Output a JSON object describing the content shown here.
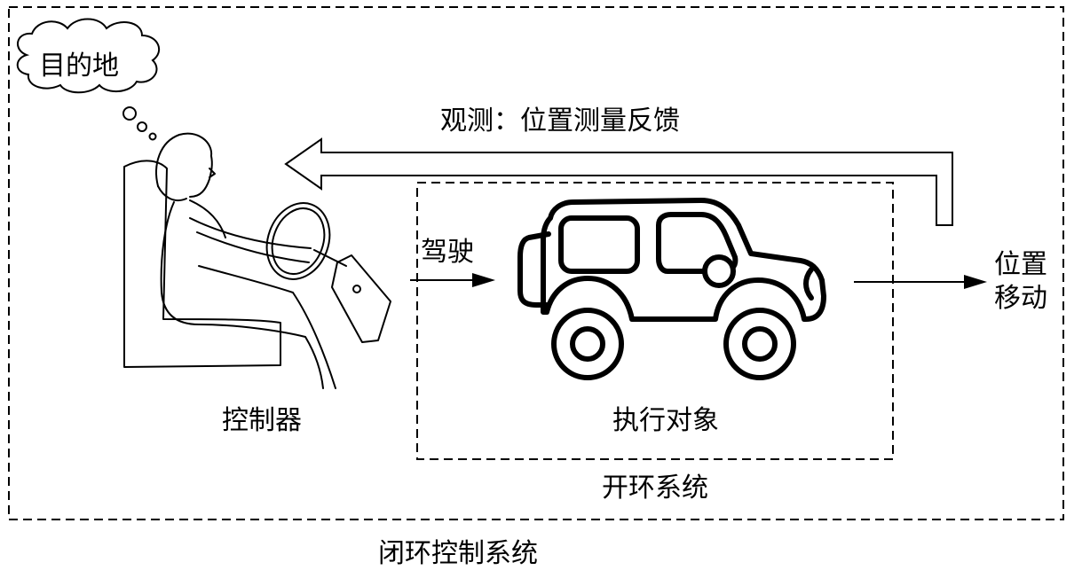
{
  "labels": {
    "goal": "目的地",
    "feedback": "观测：位置测量反馈",
    "drive": "驾驶",
    "output_line1": "位置",
    "output_line2": "移动",
    "controller": "控制器",
    "plant": "执行对象",
    "open_loop": "开环系统",
    "closed_loop": "闭环控制系统"
  },
  "colors": {
    "line": "#000000",
    "background": "#ffffff"
  },
  "icons": {
    "thought": "thought-cloud-icon",
    "driver": "driver-in-seat-icon",
    "vehicle": "car-icon"
  }
}
